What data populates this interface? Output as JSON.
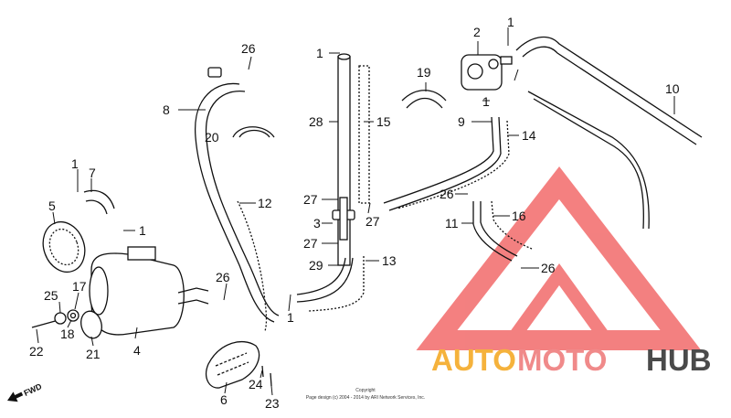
{
  "diagram": {
    "callouts": [
      {
        "id": "c1a",
        "text": "1"
      },
      {
        "id": "c1b",
        "text": "1"
      },
      {
        "id": "c1c",
        "text": "1"
      },
      {
        "id": "c1d",
        "text": "1"
      },
      {
        "id": "c1e",
        "text": "1"
      },
      {
        "id": "c1f",
        "text": "1"
      },
      {
        "id": "c2",
        "text": "2"
      },
      {
        "id": "c3",
        "text": "3"
      },
      {
        "id": "c4",
        "text": "4"
      },
      {
        "id": "c5",
        "text": "5"
      },
      {
        "id": "c6",
        "text": "6"
      },
      {
        "id": "c7",
        "text": "7"
      },
      {
        "id": "c8",
        "text": "8"
      },
      {
        "id": "c9",
        "text": "9"
      },
      {
        "id": "c10",
        "text": "10"
      },
      {
        "id": "c11",
        "text": "11"
      },
      {
        "id": "c12",
        "text": "12"
      },
      {
        "id": "c13",
        "text": "13"
      },
      {
        "id": "c14",
        "text": "14"
      },
      {
        "id": "c15",
        "text": "15"
      },
      {
        "id": "c16",
        "text": "16"
      },
      {
        "id": "c17",
        "text": "17"
      },
      {
        "id": "c18",
        "text": "18"
      },
      {
        "id": "c19",
        "text": "19"
      },
      {
        "id": "c20",
        "text": "20"
      },
      {
        "id": "c21",
        "text": "21"
      },
      {
        "id": "c22",
        "text": "22"
      },
      {
        "id": "c23",
        "text": "23"
      },
      {
        "id": "c24",
        "text": "24"
      },
      {
        "id": "c25",
        "text": "25"
      },
      {
        "id": "c26a",
        "text": "26"
      },
      {
        "id": "c26b",
        "text": "26"
      },
      {
        "id": "c26c",
        "text": "26"
      },
      {
        "id": "c26d",
        "text": "26"
      },
      {
        "id": "c27a",
        "text": "27"
      },
      {
        "id": "c27b",
        "text": "27"
      },
      {
        "id": "c27c",
        "text": "27"
      },
      {
        "id": "c28",
        "text": "28"
      },
      {
        "id": "c29",
        "text": "29"
      }
    ],
    "fwd_label": "FWD",
    "copyright_line1": "Copyright",
    "copyright_line2": "Page design (c) 2004 - 2014 by ARI Network Services, Inc."
  },
  "watermark": {
    "word_a": "AUTO",
    "word_b": "MOTO",
    "word_c": "HUB",
    "colors": {
      "a": "#f5b23c",
      "b": "#f08a8a",
      "c": "#4a4a4a",
      "logo": "#f26a6a"
    }
  }
}
